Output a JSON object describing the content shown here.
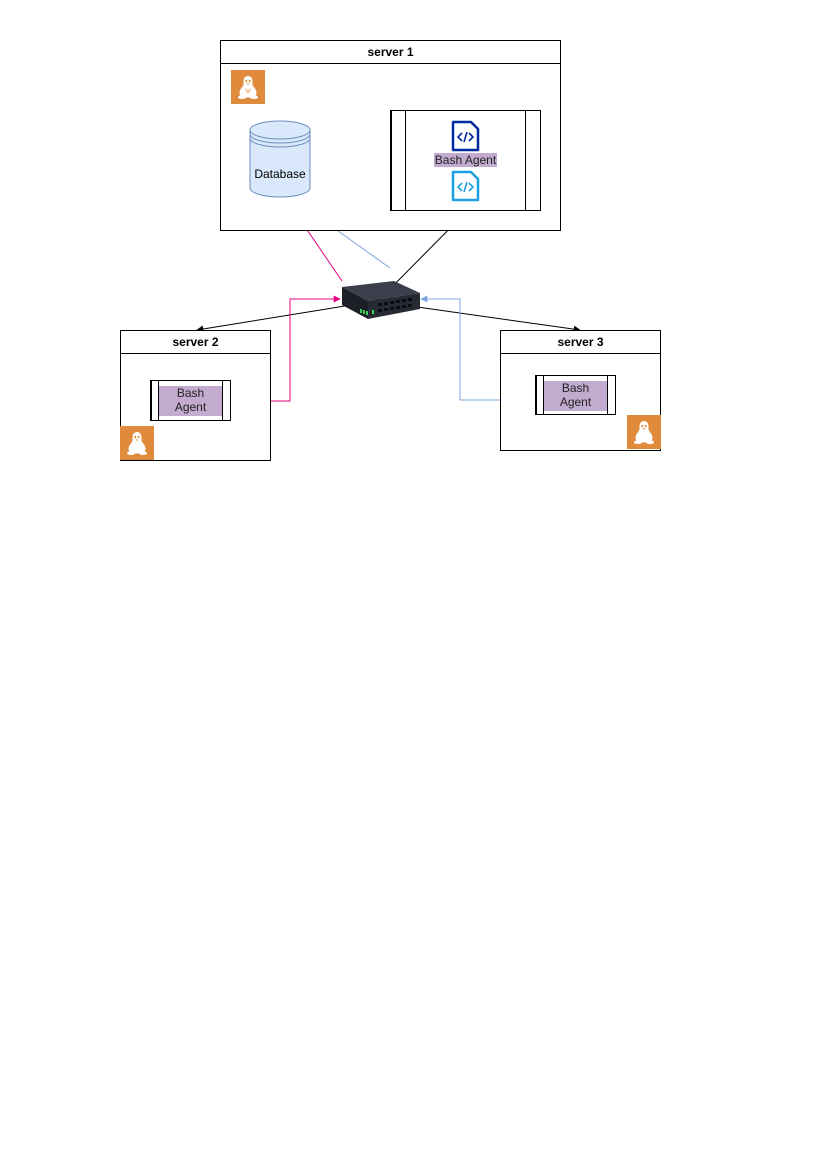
{
  "server1": {
    "title": "server 1",
    "db_label": "Database",
    "agent_label": "Bash Agent"
  },
  "server2": {
    "title": "server 2",
    "agent_label_line1": "Bash",
    "agent_label_line2": "Agent"
  },
  "server3": {
    "title": "server 3",
    "agent_label_line1": "Bash",
    "agent_label_line2": "Agent"
  },
  "colors": {
    "green_link": "#00873d",
    "pink_link": "#e6007e",
    "blue_link": "#7ea6e0",
    "black_link": "#000000",
    "linux_badge": "#e08a3c",
    "agent_highlight": "#c3abd0",
    "db_fill": "#dae8fc",
    "db_stroke": "#6c8ebf",
    "code_icon_dark": "#002a9e",
    "code_icon_light": "#1ba1e2"
  },
  "icons": [
    "linux-tux-icon",
    "database-icon",
    "code-file-icon",
    "network-switch-icon"
  ]
}
